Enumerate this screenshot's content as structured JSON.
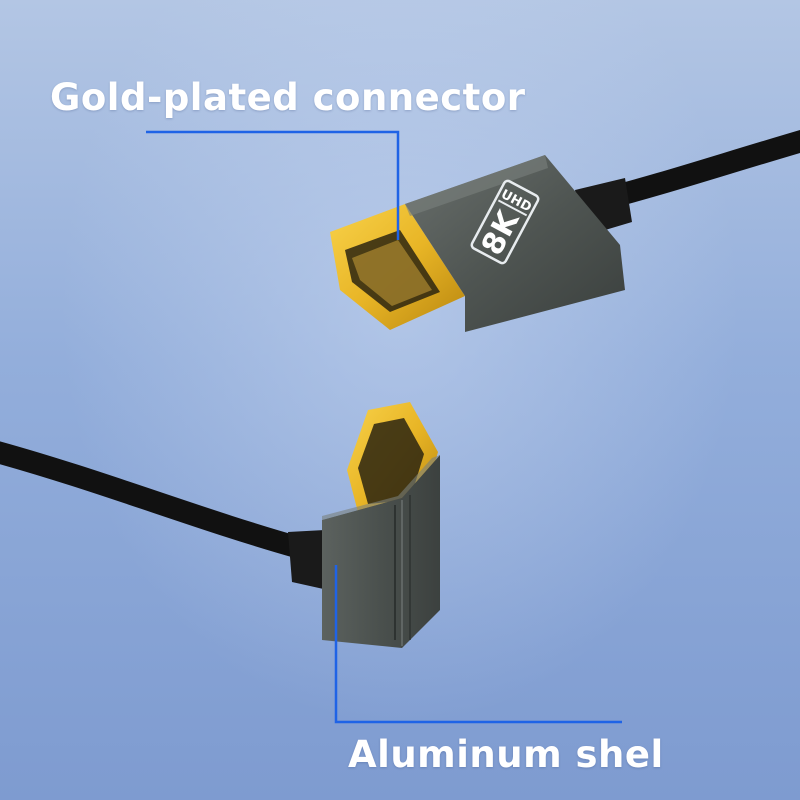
{
  "labels": {
    "top": "Gold-plated connector",
    "bottom": "Aluminum shel"
  },
  "connector_badge": {
    "main": "8K",
    "sub": "UHD"
  },
  "colors": {
    "background": "#93aedb",
    "callout_line": "#1f63e6",
    "gold": "#e8b526",
    "aluminum_shell": "#4f5552",
    "cable": "#111111",
    "label_text": "#ffffff"
  }
}
